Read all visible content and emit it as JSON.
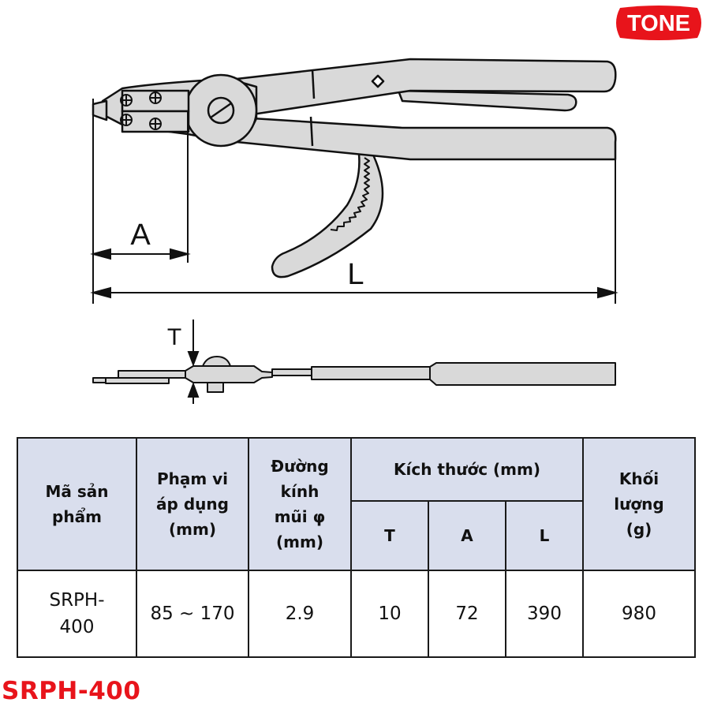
{
  "brand": {
    "logo_text": "TONE",
    "logo_color": "#e8141b"
  },
  "diagram": {
    "top_view": {
      "dimension_labels": {
        "A": "A",
        "L": "L"
      }
    },
    "side_view": {
      "dimension_labels": {
        "T": "T"
      }
    },
    "fill_color": "#d9d9d9",
    "stroke_color": "#111111"
  },
  "table": {
    "header_bg": "#d9deed",
    "headers": {
      "model": "Mã sản phẩm",
      "range": "Phạm vi áp dụng (mm)",
      "tip_diameter": "Đường kính mũi φ (mm)",
      "dimensions": "Kích thước (mm)",
      "dim_T": "T",
      "dim_A": "A",
      "dim_L": "L",
      "weight": "Khối lượng (g)"
    },
    "header_lines": {
      "model": [
        "Mã sản",
        "phẩm"
      ],
      "range": [
        "Phạm vi",
        "áp dụng",
        "(mm)"
      ],
      "tip_diameter": [
        "Đường",
        "kính",
        "mũi φ",
        "(mm)"
      ],
      "weight": [
        "Khối",
        "lượng",
        "(g)"
      ]
    },
    "rows": [
      {
        "model": "SRPH-400",
        "model_lines": [
          "SRPH-",
          "400"
        ],
        "range": "85 ~ 170",
        "tip_diameter": "2.9",
        "T": "10",
        "A": "72",
        "L": "390",
        "weight": "980"
      }
    ]
  },
  "footer": {
    "model_title": "SRPH-400",
    "title_color": "#e8141b"
  }
}
